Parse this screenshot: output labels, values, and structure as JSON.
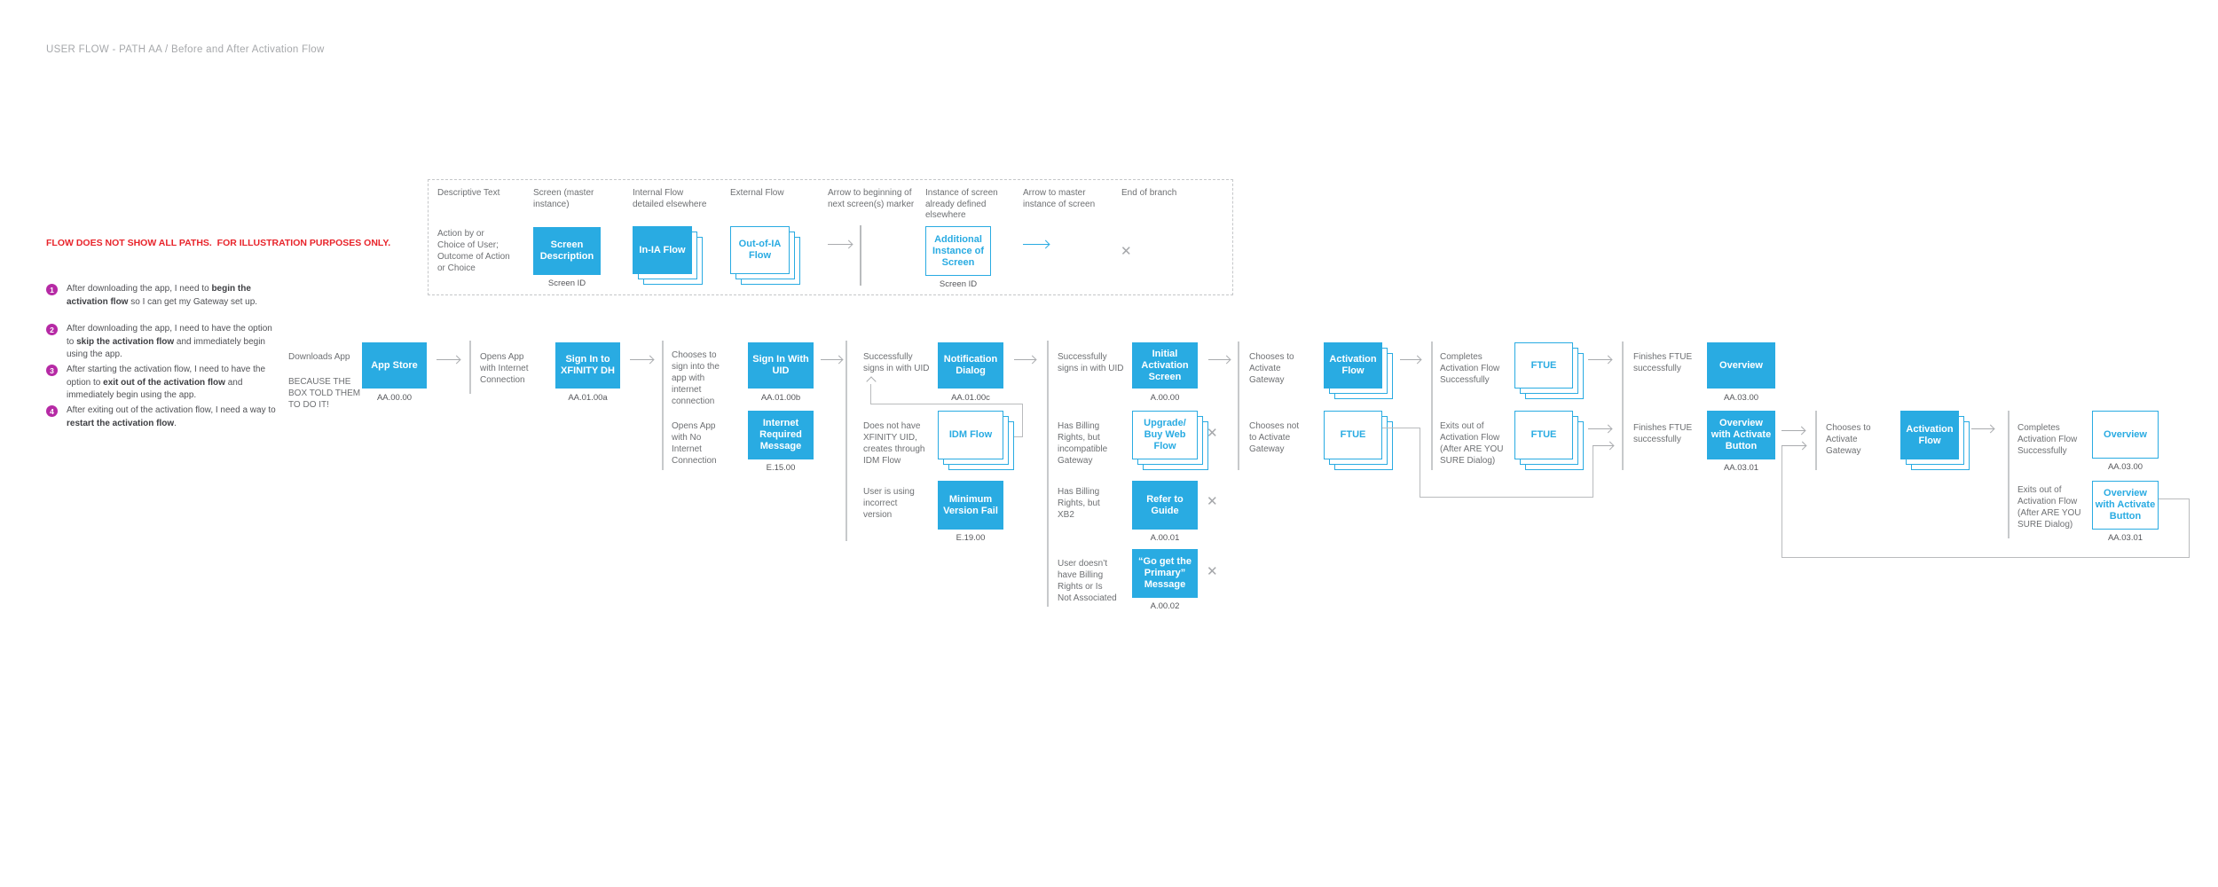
{
  "title": "USER FLOW - PATH AA / Before and After Activation Flow",
  "disclaimer": "FLOW DOES NOT SHOW ALL PATHS.  FOR ILLUSTRATION PURPOSES ONLY.",
  "colors": {
    "accent_blue": "#29ABE2",
    "magenta": "#B62AA5",
    "red": "#E8242B",
    "gray_text": "#6E7073",
    "line_gray": "#A9ABAE"
  },
  "legend": {
    "col1": {
      "header": "Descriptive Text",
      "body": "Action by or Choice of User; Outcome of Action or Choice"
    },
    "col2": {
      "header": "Screen (master instance)",
      "box": "Screen Description",
      "caption": "Screen ID"
    },
    "col3": {
      "header": "Internal Flow detailed elsewhere",
      "box": "In-IA Flow"
    },
    "col4": {
      "header": "External Flow",
      "box": "Out-of-IA Flow"
    },
    "col5": {
      "header": "Arrow to beginning of next screen(s) marker"
    },
    "col6": {
      "header": "Instance of screen already defined elsewhere",
      "box": "Additional Instance of Screen",
      "caption": "Screen ID"
    },
    "col7": {
      "header": "Arrow to master instance of screen"
    },
    "col8": {
      "header": "End of branch"
    }
  },
  "needs": [
    {
      "num": "1",
      "pre": "After downloading the app, I need to ",
      "bold": "begin the activation flow",
      "post": " so I can get my Gateway set up."
    },
    {
      "num": "2",
      "pre": "After downloading the app, I need to have the option to ",
      "bold": "skip the activation flow",
      "post": " and immediately begin using the app."
    },
    {
      "num": "3",
      "pre": "After starting the activation flow, I need to have the option to ",
      "bold": "exit out of the activation flow",
      "post": " and immediately begin using the app."
    },
    {
      "num": "4",
      "pre": "After exiting out of the activation flow, I need a way to ",
      "bold": "restart the activation flow",
      "post": "."
    }
  ],
  "flow": {
    "downloads": {
      "desc": "Downloads App",
      "note": "BECAUSE THE BOX TOLD THEM TO DO IT!"
    },
    "app_store": {
      "label": "App Store",
      "id": "AA.00.00"
    },
    "opens_internet": {
      "desc": "Opens App with Internet Connection"
    },
    "signin_dh": {
      "label": "Sign In to XFINITY DH",
      "id": "AA.01.00a"
    },
    "chooses_signin": {
      "desc": "Chooses to sign into the app with internet connection"
    },
    "signin_uid": {
      "label": "Sign In With UID",
      "id": "AA.01.00b"
    },
    "opens_no_internet": {
      "desc": "Opens App with No Internet Connection"
    },
    "internet_required": {
      "label": "Internet Required Message",
      "id": "E.15.00"
    },
    "signs_in_uid_1": {
      "desc": "Successfully signs in with UID"
    },
    "notification_dialog": {
      "label": "Notification Dialog",
      "id": "AA.01.00c"
    },
    "no_uid": {
      "desc": "Does not have XFINITY UID, creates through IDM Flow"
    },
    "idm_flow": {
      "label": "IDM Flow"
    },
    "incorrect_version": {
      "desc": "User is using incorrect version"
    },
    "min_version_fail": {
      "label": "Minimum Version Fail",
      "id": "E.19.00"
    },
    "signs_in_uid_2": {
      "desc": "Successfully signs in with UID"
    },
    "initial_activation": {
      "label": "Initial Activation Screen",
      "id": "A.00.00"
    },
    "incompatible_gw": {
      "desc": "Has Billing Rights, but incompatible Gateway"
    },
    "upgrade_buy": {
      "label": "Upgrade/ Buy Web Flow"
    },
    "xb2": {
      "desc": "Has Billing Rights, but XB2"
    },
    "refer_guide": {
      "label": "Refer to Guide",
      "id": "A.00.01"
    },
    "no_billing": {
      "desc": "User doesn’t have Billing Rights or Is Not Associated"
    },
    "go_get_primary": {
      "label": "“Go get the Primary” Message",
      "id": "A.00.02"
    },
    "chooses_activate_1": {
      "desc": "Chooses to Activate Gateway"
    },
    "activation_flow_1": {
      "label": "Activation Flow"
    },
    "chooses_not_activate": {
      "desc": "Chooses not to Activate Gateway"
    },
    "ftue_skip": {
      "label": "FTUE"
    },
    "completes_activation_1": {
      "desc": "Completes Activation Flow Successfully"
    },
    "ftue_complete": {
      "label": "FTUE"
    },
    "exits_activation_1": {
      "desc": "Exits out of Activation Flow (After ARE YOU SURE Dialog)"
    },
    "ftue_exit": {
      "label": "FTUE"
    },
    "finishes_ftue_1": {
      "desc": "Finishes FTUE successfully"
    },
    "overview_1": {
      "label": "Overview",
      "id": "AA.03.00"
    },
    "finishes_ftue_2": {
      "desc": "Finishes FTUE successfully"
    },
    "overview_activate_1": {
      "label": "Overview with Activate Button",
      "id": "AA.03.01"
    },
    "chooses_activate_2": {
      "desc": "Chooses to Activate Gateway"
    },
    "activation_flow_2": {
      "label": "Activation Flow"
    },
    "completes_activation_2": {
      "desc": "Completes Activation Flow Successfully"
    },
    "overview_2": {
      "label": "Overview",
      "id": "AA.03.00"
    },
    "exits_activation_2": {
      "desc": "Exits out of Activation Flow (After ARE YOU SURE Dialog)"
    },
    "overview_activate_2": {
      "label": "Overview with Activate Button",
      "id": "AA.03.01"
    }
  }
}
